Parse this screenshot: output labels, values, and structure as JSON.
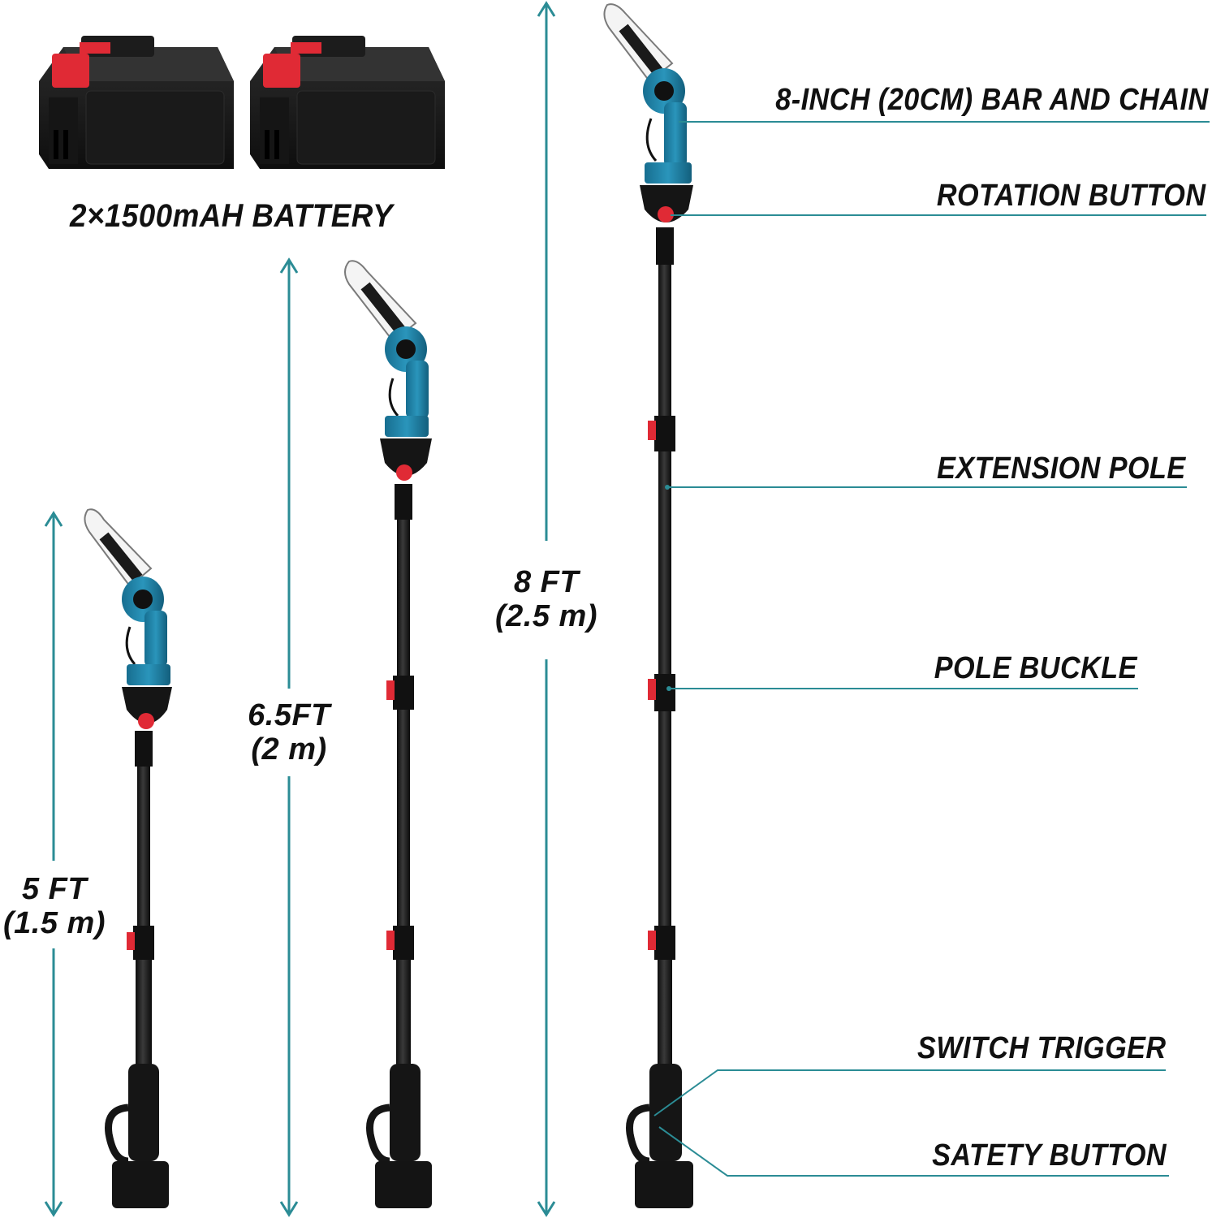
{
  "battery": {
    "caption": "2×1500mAH BATTERY",
    "count": 2
  },
  "measurements": [
    {
      "line1": "5 FT",
      "line2": "(1.5 m)"
    },
    {
      "line1": "6.5FT",
      "line2": "(2 m)"
    },
    {
      "line1": "8 FT",
      "line2": "(2.5 m)"
    }
  ],
  "callouts": {
    "bar_chain": "8-INCH (20CM) BAR AND CHAIN",
    "rotation_button": "ROTATION BUTTON",
    "extension_pole": "EXTENSION POLE",
    "pole_buckle": "POLE BUCKLE",
    "switch_trigger": "SWITCH TRIGGER",
    "safety_button": "SATETY BUTTON"
  },
  "colors": {
    "accent_teal": "#2b8c95",
    "body_blue": "#1f7fa6",
    "pole_black": "#1a1a1a",
    "red": "#e02a35"
  }
}
